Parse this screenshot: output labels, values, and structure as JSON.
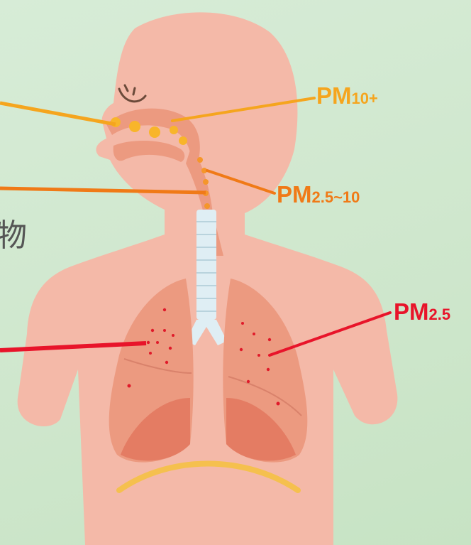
{
  "labels": {
    "pm10": {
      "main": "PM",
      "sub": "10+",
      "color": "#f5a51e"
    },
    "pm25_10": {
      "main": "PM",
      "sub": "2.5~10",
      "color": "#f07a17"
    },
    "pm25": {
      "main": "PM",
      "sub": "2.5",
      "color": "#e8142a"
    }
  },
  "side_text": "物",
  "colors": {
    "background": "#cfe7cd",
    "body": "#f4b9a8",
    "lung": "#ec9a80",
    "lung_dark": "#e47c63",
    "trachea": "#dfeef4",
    "particle_red": "#e01a2a",
    "particle_yellow": "#f8b52a",
    "diaphragm": "#f5c04e"
  }
}
